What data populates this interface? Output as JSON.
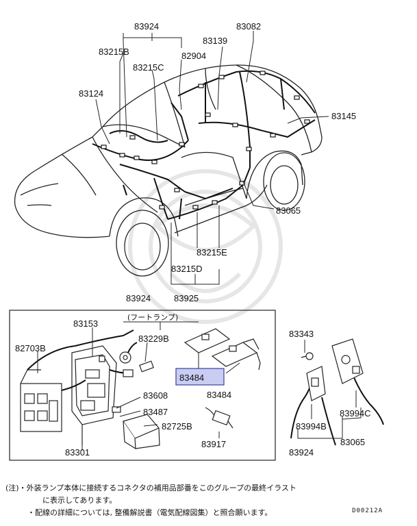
{
  "colors": {
    "line": "#222222",
    "highlight_fill": "#c9cdf2",
    "highlight_stroke": "#3a3f9e",
    "watermark": "#e6e6e6"
  },
  "labels": {
    "p83924_top": "83924",
    "p83215b": "83215B",
    "p83215c": "83215C",
    "p82904": "82904",
    "p83139": "83139",
    "p83082": "83082",
    "p83124": "83124",
    "p83145": "83145",
    "p83065_main": "83065",
    "p83215e": "83215E",
    "p83215d": "83215D",
    "p83924_mid": "83924",
    "p83925": "83925",
    "foot_lamp": "(フートランプ)",
    "p83153": "83153",
    "p82703b": "82703B",
    "p83229b": "83229B",
    "p83484_hl": "83484",
    "p83484": "83484",
    "p83608": "83608",
    "p83487": "83487",
    "p82725b": "82725B",
    "p83301": "83301",
    "p83917": "83917",
    "p83343": "83343",
    "p83994c": "83994C",
    "p83994b": "83994B",
    "p83924_right": "83924",
    "p83065_right": "83065"
  },
  "notes": {
    "line1": "(注)・外装ランプ本体に接続するコネクタの補用品部番をこのグループの最終イラスト",
    "line2": "に表示してあります。",
    "line3": "・配線の詳細については, 整備解説書（電気配線図集）と照合願います。"
  },
  "diagram_code": "D00212A"
}
